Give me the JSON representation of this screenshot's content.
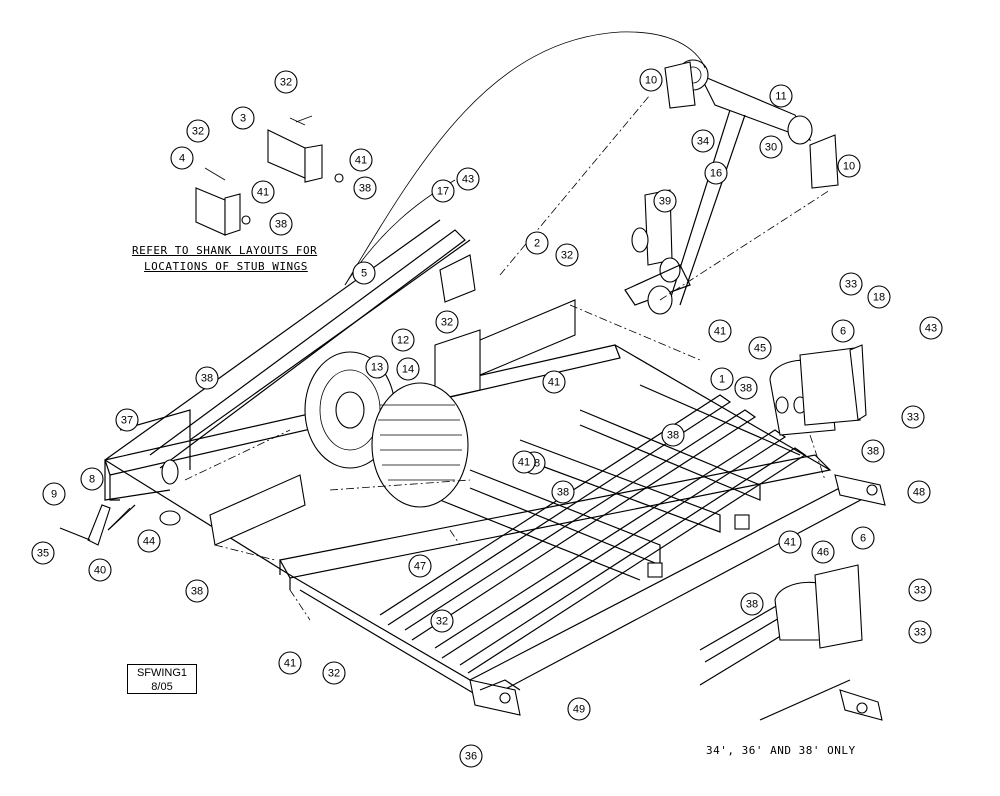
{
  "callouts": [
    {
      "label": "32"
    },
    {
      "label": "3"
    },
    {
      "label": "32"
    },
    {
      "label": "4"
    },
    {
      "label": "41"
    },
    {
      "label": "38"
    },
    {
      "label": "41"
    },
    {
      "label": "38"
    },
    {
      "label": "10"
    },
    {
      "label": "11"
    },
    {
      "label": "34"
    },
    {
      "label": "30"
    },
    {
      "label": "10"
    },
    {
      "label": "16"
    },
    {
      "label": "39"
    },
    {
      "label": "17"
    },
    {
      "label": "43"
    },
    {
      "label": "2"
    },
    {
      "label": "32"
    },
    {
      "label": "5"
    },
    {
      "label": "32"
    },
    {
      "label": "38"
    },
    {
      "label": "12"
    },
    {
      "label": "13"
    },
    {
      "label": "14"
    },
    {
      "label": "41"
    },
    {
      "label": "1"
    },
    {
      "label": "33"
    },
    {
      "label": "18"
    },
    {
      "label": "43"
    },
    {
      "label": "6"
    },
    {
      "label": "45"
    },
    {
      "label": "38"
    },
    {
      "label": "33"
    },
    {
      "label": "38"
    },
    {
      "label": "41"
    },
    {
      "label": "38"
    },
    {
      "label": "38"
    },
    {
      "label": "37"
    },
    {
      "label": "41"
    },
    {
      "label": "38"
    },
    {
      "label": "9"
    },
    {
      "label": "8"
    },
    {
      "label": "48"
    },
    {
      "label": "35"
    },
    {
      "label": "44"
    },
    {
      "label": "40"
    },
    {
      "label": "38"
    },
    {
      "label": "41"
    },
    {
      "label": "47"
    },
    {
      "label": "6"
    },
    {
      "label": "46"
    },
    {
      "label": "32"
    },
    {
      "label": "33"
    },
    {
      "label": "38"
    },
    {
      "label": "33"
    },
    {
      "label": "41"
    },
    {
      "label": "32"
    },
    {
      "label": "49"
    },
    {
      "label": "36"
    }
  ],
  "notes": {
    "stub_line1": "REFER TO SHANK LAYOUTS FOR",
    "stub_line2": "LOCATIONS OF STUB WINGS",
    "only_note": "34', 36' AND 38' ONLY",
    "drawing_id": "SFWING1",
    "drawing_date": "8/05"
  }
}
